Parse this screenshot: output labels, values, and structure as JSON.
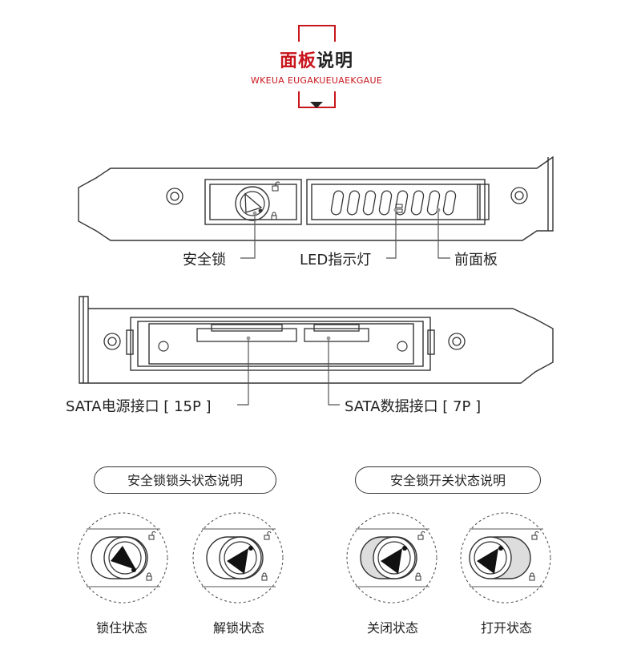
{
  "header": {
    "title_red": "面板",
    "title_black": "说明",
    "subtitle": "WKEUA EUGAKUEUAEKGAUE"
  },
  "front_panel": {
    "labels": {
      "lock": "安全锁",
      "led": "LED指示灯",
      "panel": "前面板"
    }
  },
  "back_panel": {
    "labels": {
      "sata_power": "SATA电源接口 [ 15P ]",
      "sata_data": "SATA数据接口 [ 7P ]"
    }
  },
  "lock_section": {
    "head_title": "安全锁锁头状态说明",
    "switch_title": "安全锁开关状态说明",
    "states": [
      "锁住状态",
      "解锁状态",
      "关闭状态",
      "打开状态"
    ]
  },
  "colors": {
    "accent": "#c8161d",
    "line": "#333333"
  }
}
